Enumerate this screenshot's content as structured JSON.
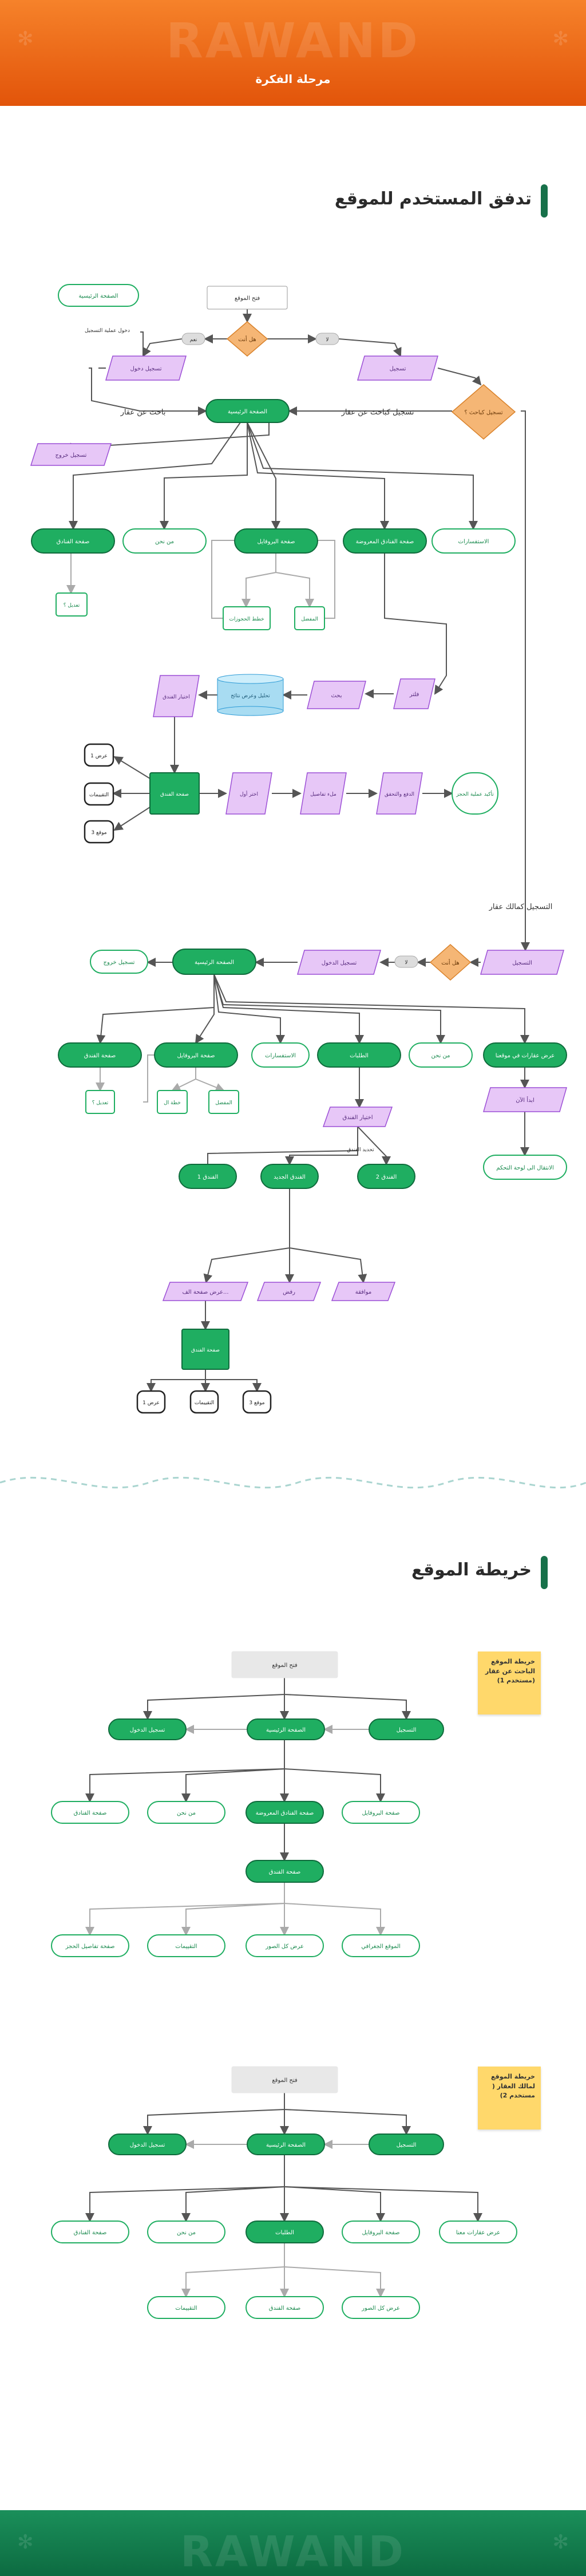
{
  "header": {
    "brand": "RAWAND",
    "title": "مرحلة الفكرة"
  },
  "footer": {
    "brand": "RAWAND"
  },
  "section1": {
    "title": "تدفق المستخدم للموقع"
  },
  "section2": {
    "title": "خريطة الموقع"
  },
  "flow": {
    "start": "فتح الموقع",
    "home_top": "الصفحة الرئيسية",
    "login_enter": "دخول عملية التسجيل",
    "yes": "نعم",
    "no": "لا",
    "q_is_member": "هل أنت",
    "register_left": "تسجيل دخول",
    "register_right": "تسجيل",
    "researcher_q": "تسجيل كباحث ؟",
    "as_researcher": "تسجيل كباحث عن عقار",
    "home": "الصفحة الرئيسية",
    "researcher_label": "باحث عن عقار",
    "logout": "تسجيل خروج",
    "hotels": "صفحة الفنادق",
    "about": "من نحن",
    "profile": "صفحة البروفايل",
    "offers_page": "صفحة الفنادق المعروضة",
    "inquiries": "الاستفسارات",
    "edit": "تعديل ؟",
    "bookings": "خطط الحجوزات",
    "favorites": "المفضل",
    "filter": "فلتر",
    "search": "بحث",
    "analysis": "تحليل وعرض نتائج",
    "choose_hotel": "اختيار الفندق",
    "hotel_page": "صفحة الفندق",
    "offer1": "عرض 1",
    "reviews": "التقييمات",
    "location": "موقع 3",
    "book_choice": "اختر أول",
    "details": "ملء تفاصيل",
    "payment": "الدفع والتحقق",
    "confirm": "تأكيد عملية الحجز",
    "owner_label": "التسجيل كمالك عقار",
    "owner_register": "التسجيل",
    "owner_q": "هل أنت",
    "owner_login": "تسجيل الدخول",
    "owner_home": "الصفحة الرئيسية",
    "owner_logout": "تسجيل خروج",
    "owner_hotels": "صفحة الفندق",
    "owner_profile": "صفحة البروفايل",
    "owner_inquiries": "الاستفسارات",
    "owner_requests": "الطلبات",
    "owner_about": "من نحن",
    "owner_offers": "عرض عقارات في موقعنا",
    "owner_add": "ابدأ الآن",
    "owner_move": "الانتقال الى لوحة التحكم",
    "owner_edit": "تعديل ؟",
    "owner_plans": "خطة ال",
    "owner_fav": "المفضل",
    "choose_hotel2": "اختيار الفندق",
    "edit_hotel": "تحديد الفندق",
    "hotel_1": "الفندق 1",
    "hotel_2": "الفندق الجديد",
    "hotel_3": "الفندق 2",
    "offer_page": "عرض صفحة الف...",
    "reject": "رفض",
    "accept": "موافقة",
    "hotel_page2": "صفحة الفندق",
    "offer1b": "عرض 1",
    "reviews2": "التقييمات",
    "location2": "موقع 3"
  },
  "sitemap1": {
    "note": "خريطة الموقع الباحث عن عقار (مستخدم 1)",
    "start": "فتح الموقع",
    "login": "تسجيل الدخول",
    "home": "الصفحة الرئيسية",
    "register": "التسجيل",
    "hotels": "صفحة الفنادق",
    "about": "من نحن",
    "offers": "صفحة الفنادق المعروضة",
    "profile": "صفحة البروفايل",
    "hotel_page": "صفحة الفندق",
    "details": "صفحة تفاصيل الحجز",
    "reviews": "التقييمات",
    "gallery": "عرض كل الصور",
    "map": "الموقع الجغرافي"
  },
  "sitemap2": {
    "note": "خريطة الموقع لمالك العقار ( مستخدم 2)",
    "start": "فتح الموقع",
    "login": "تسجيل الدخول",
    "home": "الصفحة الرئيسية",
    "register": "التسجيل",
    "hotels": "صفحة الفنادق",
    "about": "من نحن",
    "requests": "الطلبات",
    "profile": "صفحة البروفايل",
    "offers": "عرض عقارات معنا",
    "reviews": "التقييمات",
    "hotel_page": "صفحة الفندق",
    "gallery": "عرض كل الصور"
  },
  "colors": {
    "green": "#1fae61",
    "green_dark": "#0f6b3c",
    "orange": "#f5b675",
    "purple": "#e7c7f7",
    "purple_stroke": "#9c4fd6",
    "note": "#ffd86b"
  }
}
